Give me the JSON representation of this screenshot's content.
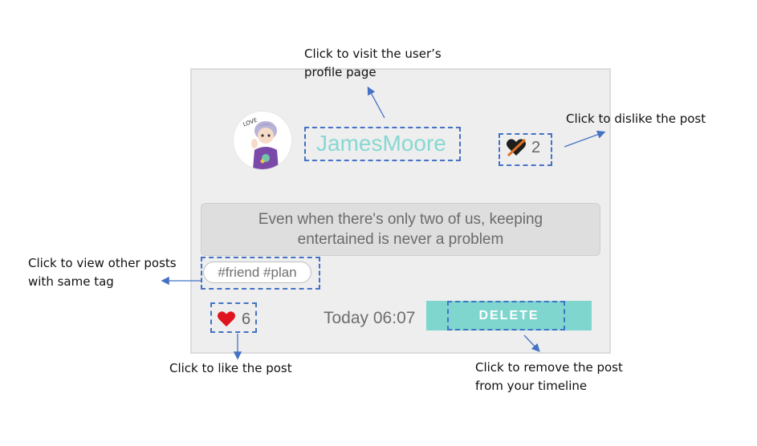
{
  "post": {
    "username": "JamesMoore",
    "avatar_icon": "avatar-icon",
    "dislike_count": "2",
    "text": "Even when there's only two of us, keeping entertained is never a problem",
    "tags": "#friend #plan",
    "like_count": "6",
    "timestamp": "Today 06:07",
    "delete_label": "DELETE"
  },
  "annotations": {
    "profile_line1": "Click to visit the user’s",
    "profile_line2": "profile page",
    "dislike": "Click to dislike the post",
    "tag_line1": "Click to view other posts",
    "tag_line2": "with same tag",
    "like": "Click to like the post",
    "delete_line1": "Click to remove the post",
    "delete_line2": "from your timeline"
  },
  "colors": {
    "accent": "#7fd6cf",
    "username": "#87d8d2",
    "like_heart": "#e0141e",
    "highlight_border": "#4472c4"
  }
}
